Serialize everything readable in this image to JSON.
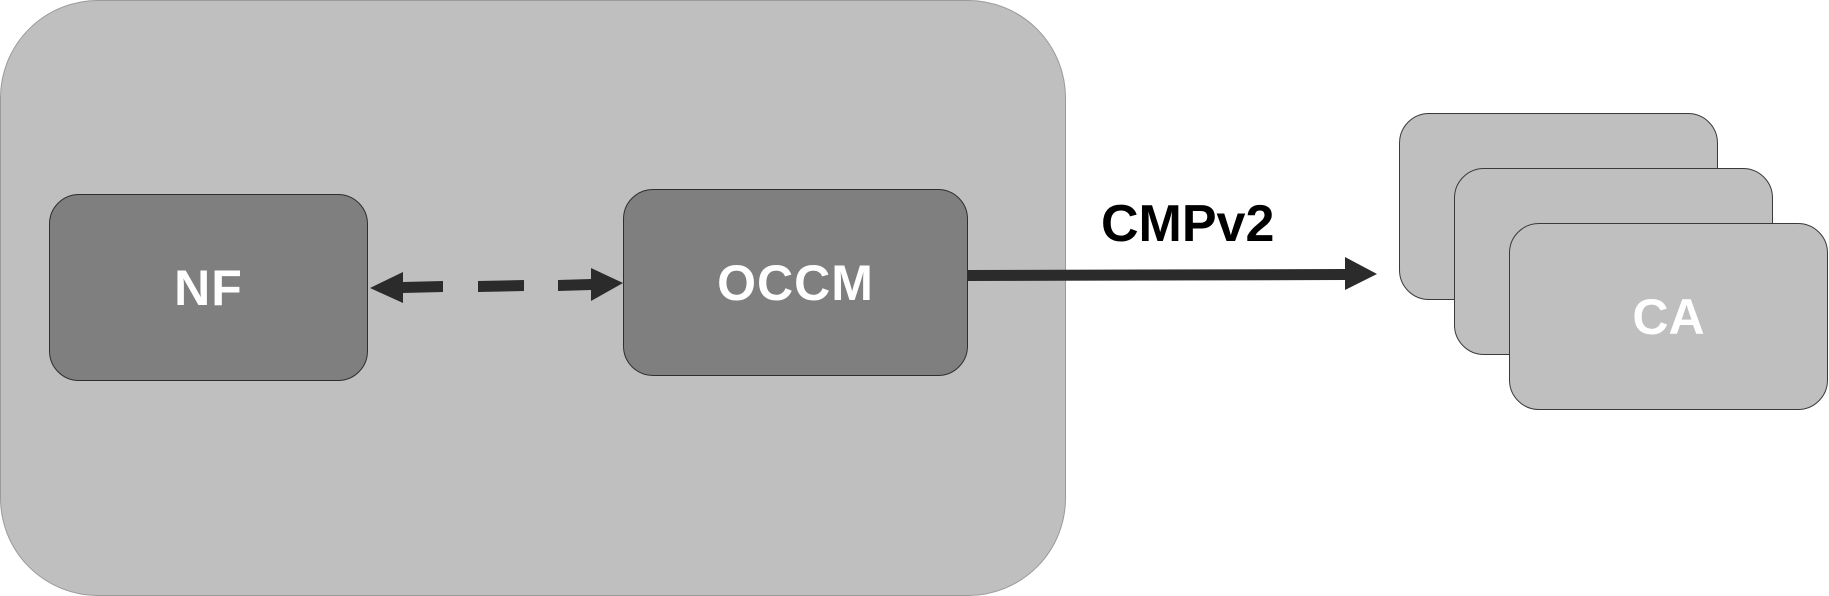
{
  "diagram": {
    "container": {
      "label": "",
      "fill": "#bfbfbf"
    },
    "nodes": [
      {
        "id": "nf",
        "label": "NF",
        "fill": "#7f7f7f",
        "text_color": "#ffffff"
      },
      {
        "id": "occm",
        "label": "OCCM",
        "fill": "#7f7f7f",
        "text_color": "#ffffff"
      },
      {
        "id": "ca",
        "label": "CA",
        "fill": "#bfbfbf",
        "text_color": "#ffffff",
        "stacked_count": 3
      }
    ],
    "edges": [
      {
        "from": "nf",
        "to": "occm",
        "style": "dashed",
        "direction": "bidirectional",
        "label": ""
      },
      {
        "from": "occm",
        "to": "ca",
        "style": "solid",
        "direction": "forward",
        "label": "CMPv2"
      }
    ],
    "colors": {
      "arrow": "#2b2b2b",
      "edge_label": "#000000"
    }
  }
}
